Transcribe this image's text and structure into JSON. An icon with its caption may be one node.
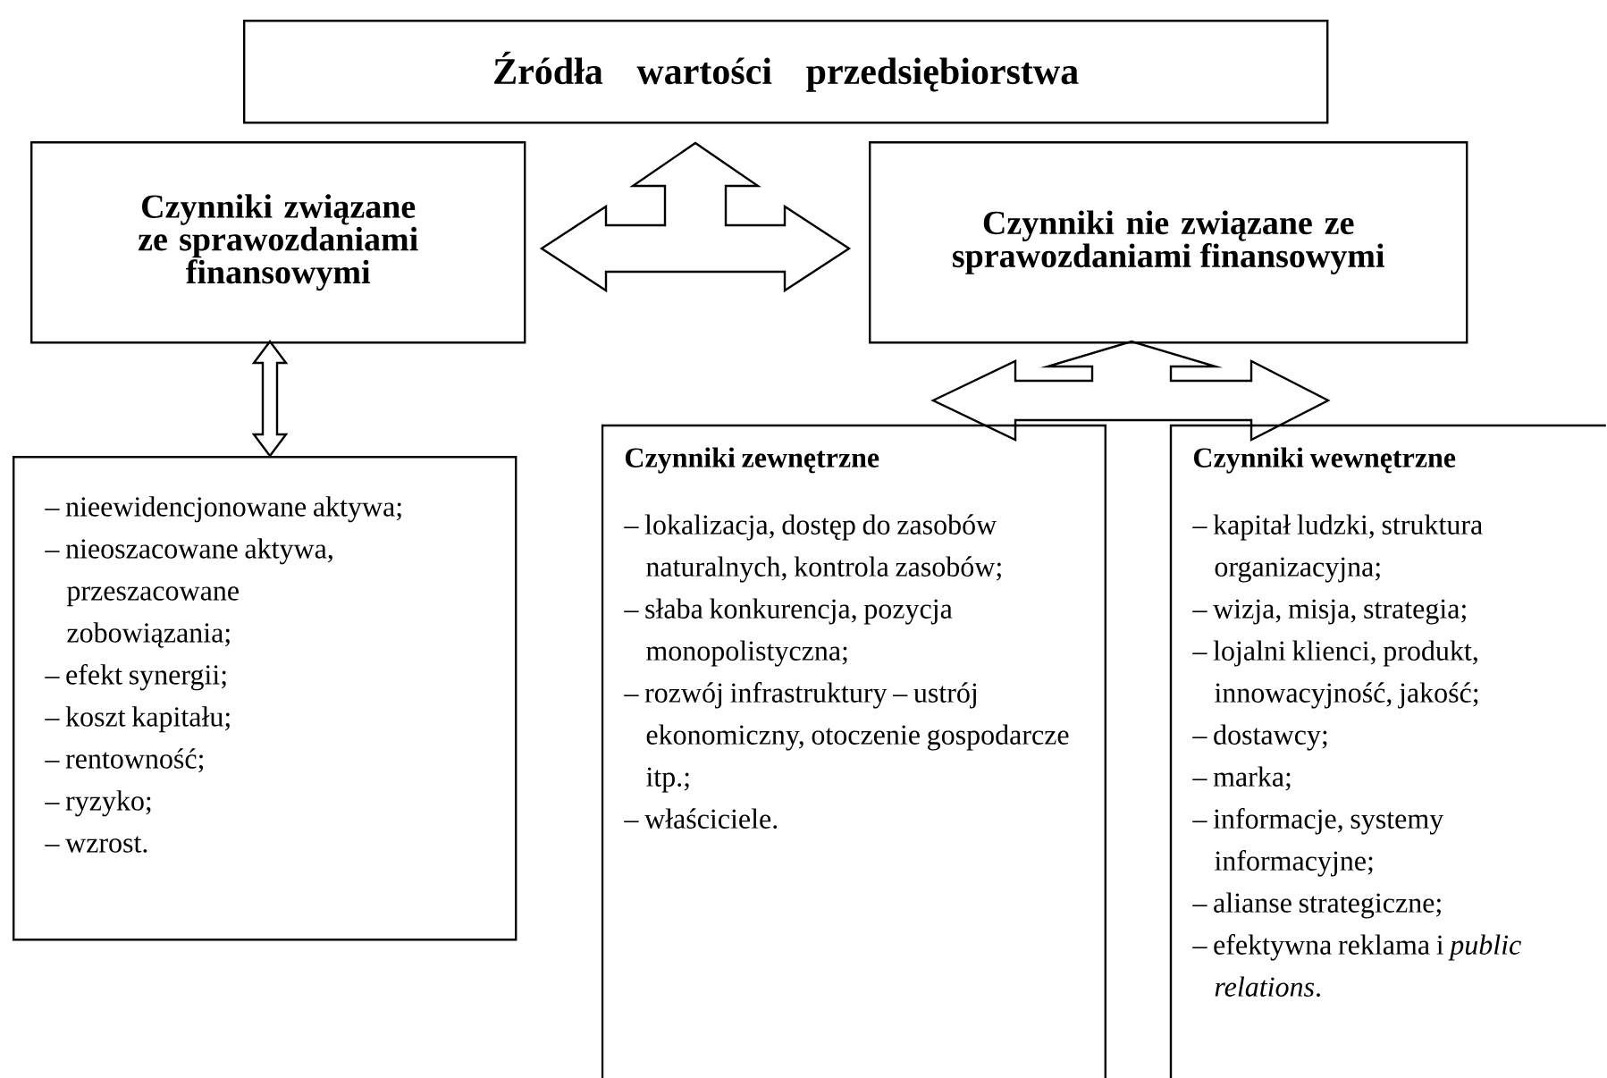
{
  "diagram": {
    "nodes": [
      {
        "text": [
          "Źródła wartości przedsiębiorstwa"
        ]
      },
      {
        "text": [
          "Czynniki związane ze sprawozdaniami finansowymi"
        ]
      },
      {
        "text": [
          "Czynniki nie związane ze sprawozdaniami finansowymi"
        ]
      },
      {
        "text": [
          "– nieewidencjonowane aktywa;",
          "– nieoszacowane aktywa, przeszacowane zobowiązania;",
          "– efekt synergii;",
          "– koszt kapitału;",
          "– rentowność;",
          "– ryzyko;",
          "– wzrost."
        ]
      },
      {
        "text": [
          "Czynniki zewnętrzne",
          "– lokalizacja, dostęp do zasobów naturalnych, kontrola zasobów;",
          "– słaba konkurencja, pozycja monopolistyczna;",
          "– rozwój infrastruktury – ustrój ekonomiczny, otoczenie gospodarcze itp.;",
          "– właściciele."
        ]
      },
      {
        "text": [
          "Czynniki wewnętrzne",
          "– kapitał ludzki, struktura organizacyjna;",
          "– wizja, misja, strategia;",
          "– lojalni klienci, produkt, innowacyjność, jakość;",
          "– dostawcy;",
          "– marka;",
          "– informacje, systemy informacyjne;",
          "– alianse strategiczne;",
          "– efektywna reklama i *public relations*."
        ]
      }
    ],
    "edges": [
      {
        "from": 0,
        "to": 1,
        "arrow": "both"
      },
      {
        "from": 0,
        "to": 2,
        "arrow": "both"
      },
      {
        "from": 1,
        "to": 2,
        "arrow": "both"
      },
      {
        "from": 1,
        "to": 3,
        "arrow": "both"
      },
      {
        "from": 2,
        "to": 4,
        "arrow": "both"
      },
      {
        "from": 2,
        "to": 5,
        "arrow": "both"
      }
    ]
  }
}
